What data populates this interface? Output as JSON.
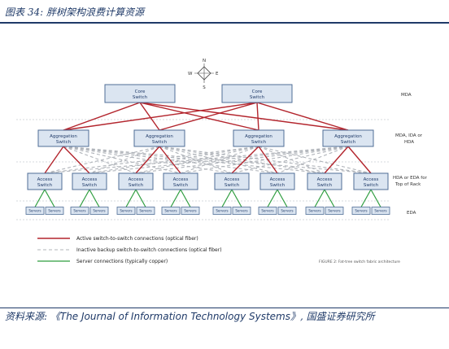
{
  "caption": "图表 34: 胖树架构浪费计算资源",
  "source": {
    "prefix": "资料来源: 《",
    "journal": "The Journal of Information Technology Systems",
    "suffix": "》, 国盛证券研究所"
  },
  "compass": {
    "n": "N",
    "s": "S",
    "e": "E",
    "w": "W"
  },
  "core": {
    "line1": "Core",
    "line2": "Switch"
  },
  "aggregation": {
    "line1": "Aggregation",
    "line2": "Switch"
  },
  "access": {
    "line1": "Access",
    "line2": "Switch"
  },
  "server_label": "Servers",
  "tiers": {
    "mda": "MDA",
    "mda_hda": [
      "MDA, IDA or",
      "HDA"
    ],
    "hda_eda": [
      "HDA or EDA for",
      "Top of Rack"
    ],
    "eda": "EDA"
  },
  "legend": {
    "active": "Active switch-to-switch connections (optical fiber)",
    "inactive": "Inactive backup switch-to-switch connections (optical fiber)",
    "server": "Server connections (typically copper)"
  },
  "figure_caption": "FIGURE 2: Fat-tree switch fabric architecture",
  "colors": {
    "active": "#b3252d",
    "inactive": "#b0b4ba",
    "server": "#2e9d3f",
    "box_fill": "#dbe5f1"
  }
}
